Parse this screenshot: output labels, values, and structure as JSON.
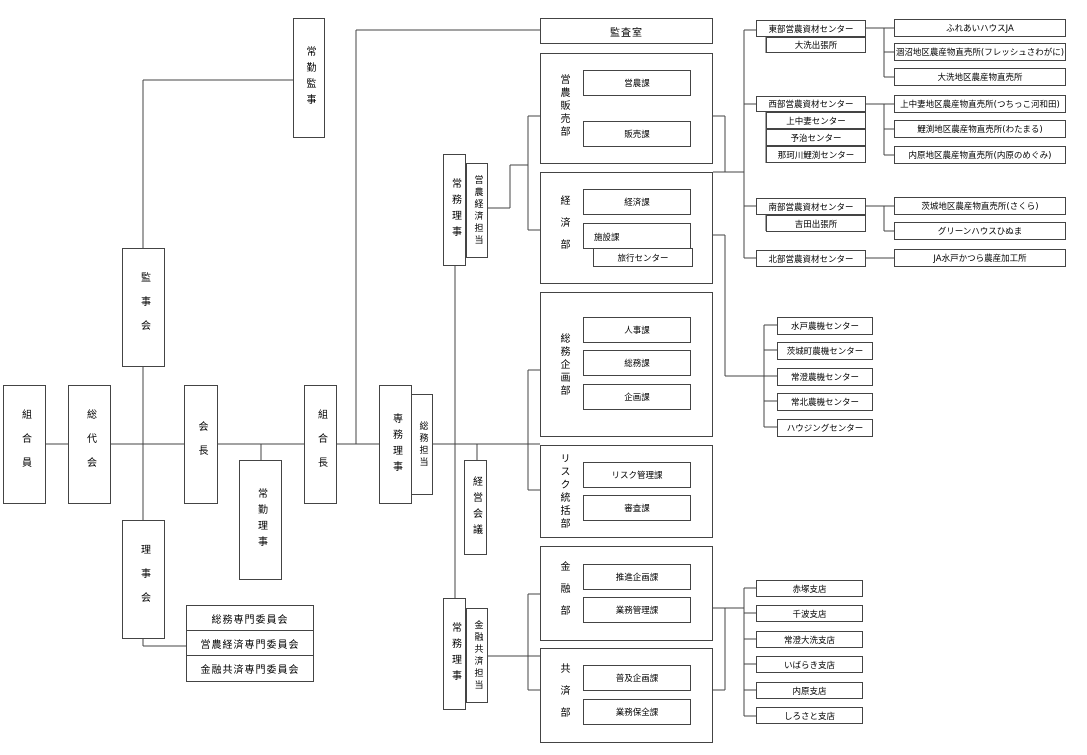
{
  "org": {
    "members": "組合員",
    "delegates": "総代会",
    "auditors_board": "監事会",
    "fulltime_auditor": "常勤監事",
    "board": "理事会",
    "committees": [
      "総務専門委員会",
      "営農経済専門委員会",
      "金融共済専門委員会"
    ],
    "chairman": "会長",
    "fulltime_director": "常勤理事",
    "president": "組合長",
    "exec_director_main": "専務理事",
    "general_affairs": "総務担当",
    "mgmt_meeting": "経営会議",
    "exec_director_agri": "常務理事",
    "agri_econ": "営農経済担当",
    "exec_director_fin": "常務理事",
    "fin_ins": "金融共済担当",
    "audit_office": "監査室"
  },
  "departments": {
    "sales": {
      "name": "営農販売部",
      "sections": [
        "営農課",
        "販売課"
      ]
    },
    "economy": {
      "name": "経済部",
      "sections": [
        "経済課",
        "施設課",
        "旅行センター"
      ]
    },
    "planning": {
      "name": "総務企画部",
      "sections": [
        "人事課",
        "総務課",
        "企画課"
      ]
    },
    "risk": {
      "name": "リスク統括部",
      "sections": [
        "リスク管理課",
        "審査課"
      ]
    },
    "finance": {
      "name": "金融部",
      "sections": [
        "推進企画課",
        "業務管理課"
      ]
    },
    "insurance": {
      "name": "共済部",
      "sections": [
        "普及企画課",
        "業務保全課"
      ]
    }
  },
  "centers": {
    "east": {
      "name": "東部営農資材センター",
      "subs": [
        "大洗出張所"
      ],
      "stands": [
        "ふれあいハウスJA",
        "涸沼地区農産物直売所(フレッシュさわがに)",
        "大洗地区農産物直売所"
      ]
    },
    "west": {
      "name": "西部営農資材センター",
      "subs": [
        "上中妻センター",
        "予治センター",
        "那珂川鯉渕センター"
      ],
      "stands": [
        "上中妻地区農産物直売所(つちっこ河和田)",
        "鯉渕地区農産物直売所(わたまる)",
        "内原地区農産物直売所(内原のめぐみ)"
      ]
    },
    "south": {
      "name": "南部営農資材センター",
      "subs": [
        "吉田出張所"
      ],
      "stands": [
        "茨城地区農産物直売所(さくら)",
        "グリーンハウスひぬま"
      ]
    },
    "north": {
      "name": "北部営農資材センター",
      "stands": [
        "JA水戸かつら農産加工所"
      ]
    }
  },
  "agri_centers": [
    "水戸農機センター",
    "茨城町農機センター",
    "常澄農機センター",
    "常北農機センター",
    "ハウジングセンター"
  ],
  "branches": [
    "赤塚支店",
    "千波支店",
    "常澄大洗支店",
    "いばらき支店",
    "内原支店",
    "しろさと支店"
  ]
}
